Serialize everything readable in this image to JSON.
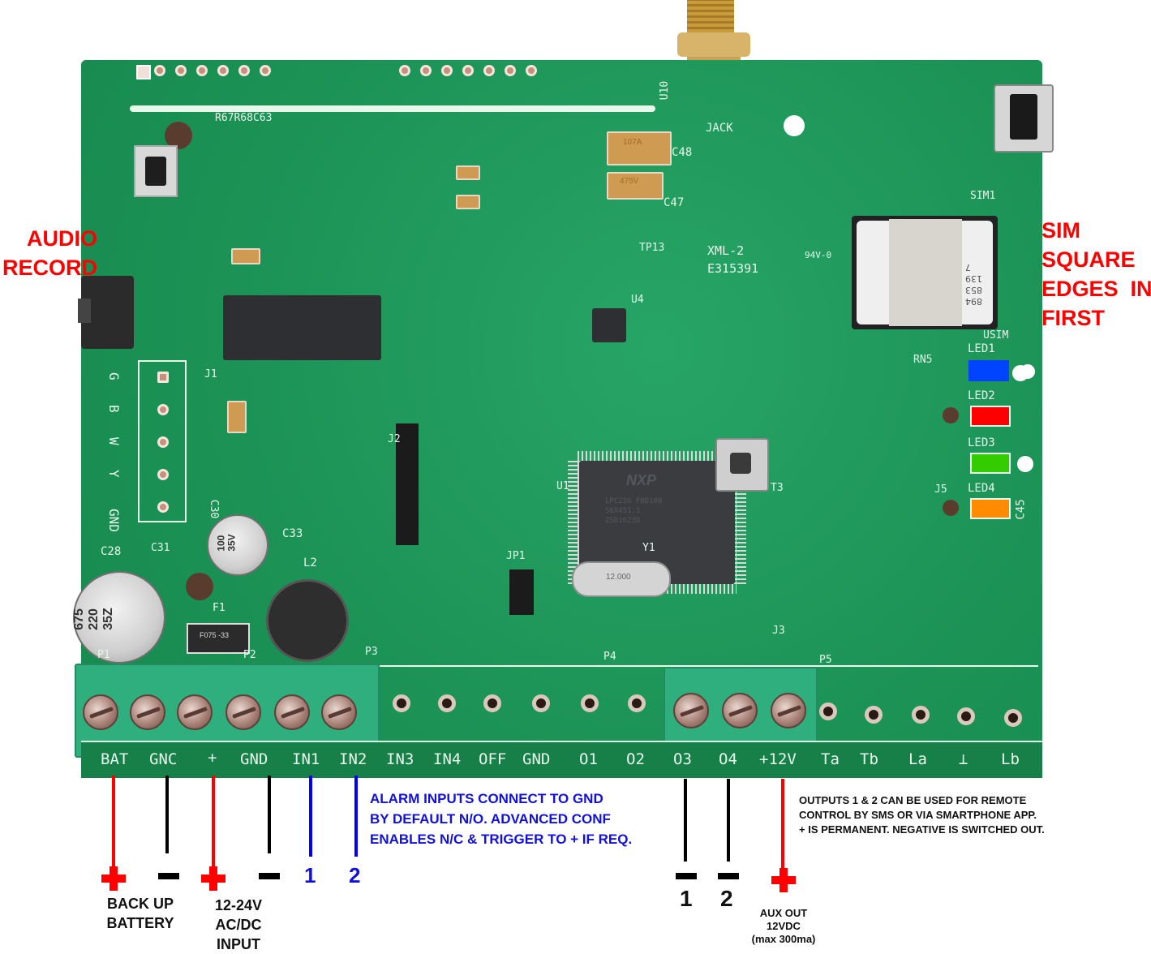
{
  "annotations": {
    "audio_record": [
      "AUDIO",
      "RECORD"
    ],
    "sim_note": [
      "SIM",
      "SQUARE",
      "EDGES  IN",
      "FIRST"
    ],
    "alarm_inputs_note": [
      "ALARM INPUTS CONNECT TO GND",
      "BY DEFAULT N/O. ADVANCED CONF",
      "ENABLES N/C & TRIGGER TO + IF REQ."
    ],
    "outputs_note": [
      "OUTPUTS 1 & 2 CAN BE USED FOR REMOTE",
      "CONTROL BY SMS OR VIA SMARTPHONE APP.",
      "+ IS PERMANENT. NEGATIVE IS SWITCHED OUT."
    ],
    "backup_battery": [
      "BACK UP",
      "BATTERY"
    ],
    "power_input": [
      "12-24V",
      "AC/DC",
      "INPUT"
    ],
    "input_numbers": [
      "1",
      "2"
    ],
    "output_numbers": [
      "1",
      "2"
    ],
    "aux_out": [
      "AUX OUT",
      "12VDC",
      "(max 300ma)"
    ]
  },
  "terminal_labels": [
    "BAT",
    "GNC",
    "+",
    "GND",
    "IN1",
    "IN2",
    "IN3",
    "IN4",
    "OFF",
    "GND",
    "O1",
    "O2",
    "O3",
    "O4",
    "+12V",
    "Ta",
    "Tb",
    "La",
    "⊥",
    "Lb"
  ],
  "wires": [
    {
      "terminal": "BAT",
      "polarity": "+",
      "color": "#ff0000"
    },
    {
      "terminal": "GNC",
      "polarity": "-",
      "color": "#000000"
    },
    {
      "terminal": "+",
      "polarity": "+",
      "color": "#ff0000"
    },
    {
      "terminal": "GND",
      "polarity": "-",
      "color": "#000000"
    },
    {
      "terminal": "IN1",
      "polarity": "1",
      "color": "#0000ff"
    },
    {
      "terminal": "IN2",
      "polarity": "2",
      "color": "#0000ff"
    },
    {
      "terminal": "O3",
      "polarity": "-",
      "color": "#000000"
    },
    {
      "terminal": "O4",
      "polarity": "-",
      "color": "#000000"
    },
    {
      "terminal": "+12V",
      "polarity": "+",
      "color": "#ff0000"
    }
  ],
  "board": {
    "silkscreen": {
      "jack": "JACK",
      "cert": "XML-2",
      "cert_code": "E315391",
      "rating": "94V-0",
      "sim1": "SIM1",
      "usim": "USIM",
      "leds": [
        "LED1",
        "LED2",
        "LED3",
        "LED4"
      ],
      "left_header": [
        "G",
        "B",
        "W",
        "Y",
        "GND"
      ],
      "refs_top": "R67R68C63",
      "u10": "U10",
      "c48": "C48",
      "c47": "C47",
      "c33": "C33",
      "c28": "C28",
      "c30": "C30",
      "c31": "C31",
      "l2": "L2",
      "f1": "F1",
      "p1": "P1",
      "p2": "P2",
      "p3": "P3",
      "p4": "P4",
      "p5": "P5",
      "j1": "J1",
      "j2": "J2",
      "j3": "J3",
      "j5": "J5",
      "jp1": "JP1",
      "u1": "U1",
      "u4": "U4",
      "y1": "Y1",
      "t3": "T3",
      "tp13": "TP13",
      "rn5": "RN5",
      "c45": "C45"
    },
    "components": {
      "mcu_brand": "NXP",
      "mcu_lines": [
        "LPC236 FBD100",
        "S6X451.1",
        "ZSD1623D"
      ],
      "cap_c28": [
        "675",
        "220",
        "35Z"
      ],
      "cap_c33": [
        "100",
        "35V"
      ],
      "tantalum_c48": "107A",
      "tantalum_c47": "475V",
      "fuse": "F075 -33",
      "crystal": "12.000",
      "sim_card": [
        "7",
        "139",
        "853",
        "894"
      ]
    },
    "led_colors": {
      "led1": "#0044ff",
      "led2": "#ff0000",
      "led3": "#33cc00",
      "led4": "#ff8c00"
    }
  }
}
